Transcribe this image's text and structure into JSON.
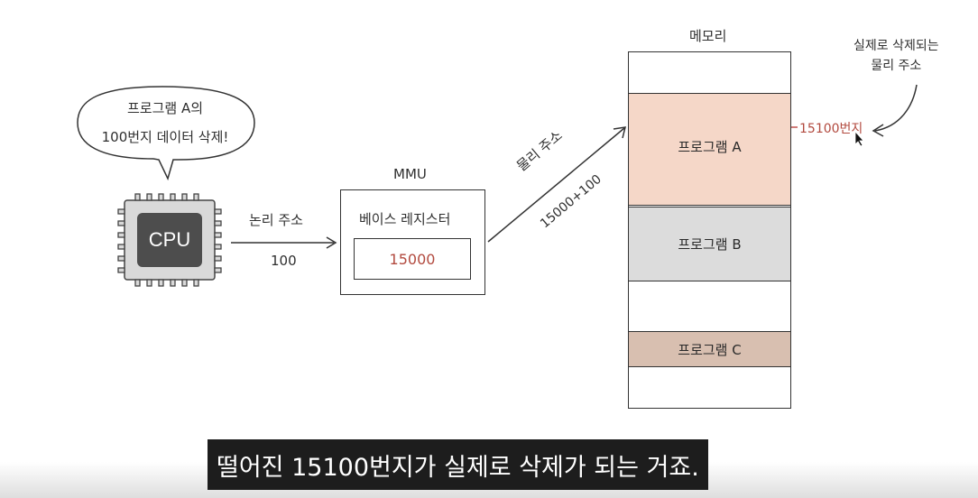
{
  "speech_bubble": {
    "line1": "프로그램 A의",
    "line2": "100번지 데이터 삭제!"
  },
  "cpu": {
    "label": "CPU"
  },
  "logical_address": {
    "label": "논리 주소",
    "value": "100"
  },
  "mmu": {
    "title": "MMU",
    "register_label": "베이스 레지스터",
    "register_value": "15000"
  },
  "physical_address": {
    "label": "물리 주소",
    "expression": "15000+100"
  },
  "memory": {
    "title": "메모리",
    "segments": [
      "프로그램 A",
      "프로그램 B",
      "프로그램 C"
    ],
    "marker_label": "15100번지"
  },
  "annotation": {
    "line1": "실제로 삭제되는",
    "line2": "물리 주소"
  },
  "subtitle": "떨어진 15100번지가 실제로 삭제가 되는 거죠.",
  "colors": {
    "program_a": "#f5d7c8",
    "program_b": "#dcdcdc",
    "program_c": "#d8bfb0",
    "accent_red": "#b24a3f",
    "cpu_core": "#4d4d4d"
  }
}
